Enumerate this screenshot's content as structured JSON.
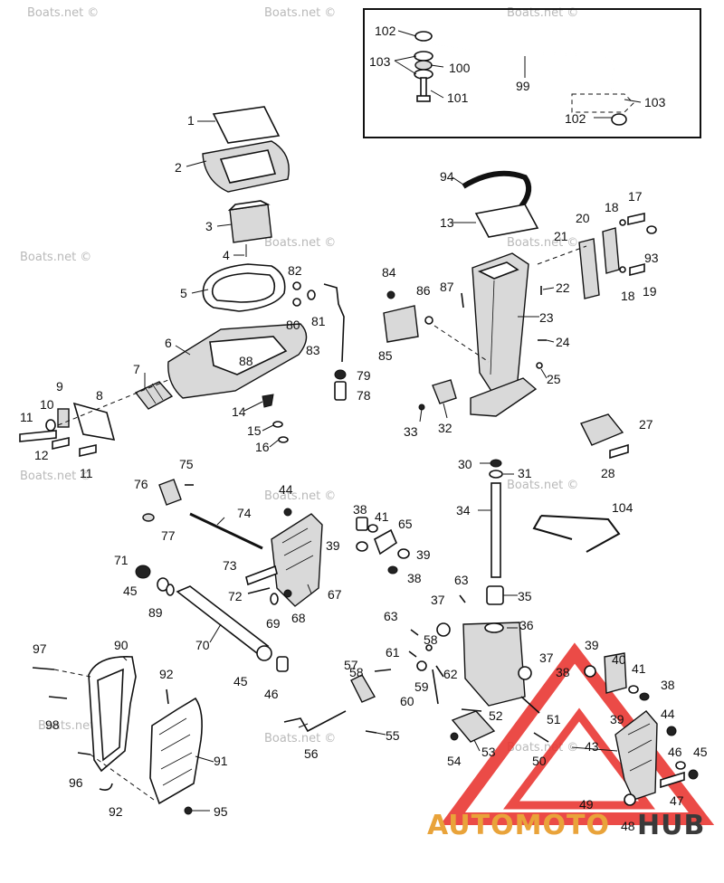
{
  "watermark": "Boats.net ©",
  "brand": {
    "left": "AUTOMOTO",
    "right": "HUB",
    "accent": "#e8322d",
    "gold": "#e9a33a",
    "dark": "#3a3a3a"
  },
  "callouts": [
    {
      "id": "c102a",
      "n": "102"
    },
    {
      "id": "c103a",
      "n": "103"
    },
    {
      "id": "c100",
      "n": "100"
    },
    {
      "id": "c99",
      "n": "99"
    },
    {
      "id": "c101",
      "n": "101"
    },
    {
      "id": "c103b",
      "n": "103"
    },
    {
      "id": "c102b",
      "n": "102"
    },
    {
      "id": "c1",
      "n": "1"
    },
    {
      "id": "c2",
      "n": "2"
    },
    {
      "id": "c3",
      "n": "3"
    },
    {
      "id": "c4",
      "n": "4"
    },
    {
      "id": "c5",
      "n": "5"
    },
    {
      "id": "c6",
      "n": "6"
    },
    {
      "id": "c7",
      "n": "7"
    },
    {
      "id": "c8",
      "n": "8"
    },
    {
      "id": "c9",
      "n": "9"
    },
    {
      "id": "c10",
      "n": "10"
    },
    {
      "id": "c11a",
      "n": "11"
    },
    {
      "id": "c12",
      "n": "12"
    },
    {
      "id": "c11b",
      "n": "11"
    },
    {
      "id": "c14",
      "n": "14"
    },
    {
      "id": "c15",
      "n": "15"
    },
    {
      "id": "c16",
      "n": "16"
    },
    {
      "id": "c82",
      "n": "82"
    },
    {
      "id": "c80",
      "n": "80"
    },
    {
      "id": "c81",
      "n": "81"
    },
    {
      "id": "c83",
      "n": "83"
    },
    {
      "id": "c79",
      "n": "79"
    },
    {
      "id": "c78",
      "n": "78"
    },
    {
      "id": "c88",
      "n": "88"
    },
    {
      "id": "c94",
      "n": "94"
    },
    {
      "id": "c13",
      "n": "13"
    },
    {
      "id": "c84",
      "n": "84"
    },
    {
      "id": "c86",
      "n": "86"
    },
    {
      "id": "c87",
      "n": "87"
    },
    {
      "id": "c85",
      "n": "85"
    },
    {
      "id": "c23",
      "n": "23"
    },
    {
      "id": "c22",
      "n": "22"
    },
    {
      "id": "c24",
      "n": "24"
    },
    {
      "id": "c25",
      "n": "25"
    },
    {
      "id": "c33",
      "n": "33"
    },
    {
      "id": "c32",
      "n": "32"
    },
    {
      "id": "c21",
      "n": "21"
    },
    {
      "id": "c20",
      "n": "20"
    },
    {
      "id": "c18a",
      "n": "18"
    },
    {
      "id": "c17",
      "n": "17"
    },
    {
      "id": "c93",
      "n": "93"
    },
    {
      "id": "c18b",
      "n": "18"
    },
    {
      "id": "c19",
      "n": "19"
    },
    {
      "id": "c27",
      "n": "27"
    },
    {
      "id": "c28",
      "n": "28"
    },
    {
      "id": "c30",
      "n": "30"
    },
    {
      "id": "c31",
      "n": "31"
    },
    {
      "id": "c34",
      "n": "34"
    },
    {
      "id": "c104",
      "n": "104"
    },
    {
      "id": "c75",
      "n": "75"
    },
    {
      "id": "c76",
      "n": "76"
    },
    {
      "id": "c77",
      "n": "77"
    },
    {
      "id": "c74",
      "n": "74"
    },
    {
      "id": "c44a",
      "n": "44"
    },
    {
      "id": "c38a",
      "n": "38"
    },
    {
      "id": "c41a",
      "n": "41"
    },
    {
      "id": "c65",
      "n": "65"
    },
    {
      "id": "c39a",
      "n": "39"
    },
    {
      "id": "c39b",
      "n": "39"
    },
    {
      "id": "c38b",
      "n": "38"
    },
    {
      "id": "c71",
      "n": "71"
    },
    {
      "id": "c73",
      "n": "73"
    },
    {
      "id": "c45a",
      "n": "45"
    },
    {
      "id": "c89",
      "n": "89"
    },
    {
      "id": "c72",
      "n": "72"
    },
    {
      "id": "c67",
      "n": "67"
    },
    {
      "id": "c63a",
      "n": "63"
    },
    {
      "id": "c35",
      "n": "35"
    },
    {
      "id": "c37a",
      "n": "37"
    },
    {
      "id": "c69",
      "n": "69"
    },
    {
      "id": "c68",
      "n": "68"
    },
    {
      "id": "c63b",
      "n": "63"
    },
    {
      "id": "c36",
      "n": "36"
    },
    {
      "id": "c70",
      "n": "70"
    },
    {
      "id": "c45b",
      "n": "45"
    },
    {
      "id": "c46a",
      "n": "46"
    },
    {
      "id": "c58a",
      "n": "58"
    },
    {
      "id": "c61",
      "n": "61"
    },
    {
      "id": "c59",
      "n": "59"
    },
    {
      "id": "c62",
      "n": "62"
    },
    {
      "id": "c37b",
      "n": "37"
    },
    {
      "id": "c57",
      "n": "57"
    },
    {
      "id": "c58b",
      "n": "58"
    },
    {
      "id": "c60",
      "n": "60"
    },
    {
      "id": "c39c",
      "n": "39"
    },
    {
      "id": "c40",
      "n": "40"
    },
    {
      "id": "c38c",
      "n": "38"
    },
    {
      "id": "c41b",
      "n": "41"
    },
    {
      "id": "c38d",
      "n": "38"
    },
    {
      "id": "c97",
      "n": "97"
    },
    {
      "id": "c90",
      "n": "90"
    },
    {
      "id": "c92a",
      "n": "92"
    },
    {
      "id": "c98",
      "n": "98"
    },
    {
      "id": "c91",
      "n": "91"
    },
    {
      "id": "c96",
      "n": "96"
    },
    {
      "id": "c92b",
      "n": "92"
    },
    {
      "id": "c95",
      "n": "95"
    },
    {
      "id": "c56",
      "n": "56"
    },
    {
      "id": "c55",
      "n": "55"
    },
    {
      "id": "c52",
      "n": "52"
    },
    {
      "id": "c51",
      "n": "51"
    },
    {
      "id": "c54",
      "n": "54"
    },
    {
      "id": "c53",
      "n": "53"
    },
    {
      "id": "c50",
      "n": "50"
    },
    {
      "id": "c39d",
      "n": "39"
    },
    {
      "id": "c44b",
      "n": "44"
    },
    {
      "id": "c43",
      "n": "43"
    },
    {
      "id": "c46b",
      "n": "46"
    },
    {
      "id": "c45c",
      "n": "45"
    },
    {
      "id": "c47",
      "n": "47"
    },
    {
      "id": "c49",
      "n": "49"
    },
    {
      "id": "c48",
      "n": "48"
    }
  ]
}
